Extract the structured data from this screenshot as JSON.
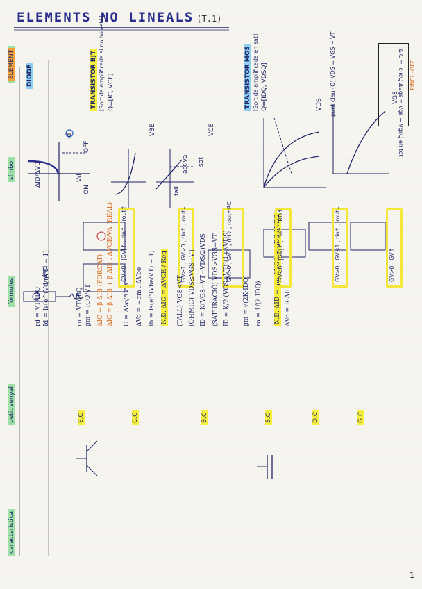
{
  "title": "ELEMENTS NO LINEALS",
  "section": "(T.1)",
  "columns": {
    "element": "ELEMENT",
    "simbol": "símbol",
    "formules": "fórmules",
    "petit_senyal": "petit senyal",
    "caracteristica": "característica"
  },
  "diode": {
    "name": "DIODE",
    "symbol_note": "ΔID/ΔVD",
    "rd": "rd = VT/IDQ",
    "id": "Id = Is(e^(Vd/ηVT) − 1)",
    "axis_v": "Vd",
    "axis_i": "Id",
    "off": "OFF",
    "on": "ON",
    "small_signal": "Δvd"
  },
  "bjt": {
    "name": "TRANSISTOR BJT",
    "note": "[Sortida amplificada si no ho està]",
    "q": "Q=[IC, VCE]",
    "rpi": "rπ = VT/IBQ",
    "gm": "gm = ICQ/VT",
    "dic1": "ΔIC = β ΔIB (FORÇAT)",
    "dic2": "ΔIC = β ΔIB + β ΔIB . ΔVCE/VA (REAL)",
    "g": "G = ΔVo/ΔVin",
    "av": "ΔVo = −gm . ΔVbe",
    "ib_eq": "Ib = Is(e^(Vbe/VT) − 1)",
    "nd": "N.D. ΔIC = ΔVCE / Req",
    "ec": "E.C",
    "cc": "C.C",
    "bc": "B.C",
    "ec_res": "GV<0 , |GV|↑ , rin↑ , rout↑",
    "cc_res": "GV≥1 , GV>0 , rin↑ , rout↓",
    "bc_res": "GV>0 , GV↑ , rin↓ , rout≈RC",
    "vce": "VCE",
    "vbe": "VBE",
    "sat": "sat",
    "activa": "activa",
    "tall": "tall"
  },
  "mos": {
    "name": "TRANSISTOR MOS",
    "note": "[Sortida amplificada en sat]",
    "q": "Q=[IDQ, VDSQ]",
    "tall": "(TALL) VGS<VT",
    "ohmic": "(ÒHMIC) VDS≤VGS−VT",
    "ohmic_eq": "ID = K(VGS−VT−VDS/2)VDS",
    "sat": "(SATURACIÓ) VDS>VGS−VT",
    "sat_eq": "ID = K/2 (VGS−VT)²(1+λVDS)",
    "gm": "gm = √(2K·IDQ)",
    "ro": "ro = 1/(λ·IDQ)",
    "nd": "N.D. ΔID = gm ΔVGS + gDS ΔVDS",
    "av": "ΔVo = R·ΔID",
    "sc": "S.C",
    "dc": "D.C",
    "gc": "G.C",
    "sc_res": "GV<0 , |GV|↑ , rin↑ , RD↑",
    "dc_res": "GV>0 , GV≤1 , rin↑ , rout↓",
    "gc_res": "GV>0 , GV↑",
    "vds": "VDS",
    "vgs": "VGS",
    "punt": "punt clau (Q) VDS = VGS − VT",
    "pinchoff": "PINCH-OFF"
  },
  "box_note": "ΔIC = ic·icQ  ΔVgs = Vgs − VgsQ  en tot",
  "page_marker": "1",
  "colors": {
    "ink": "#1e2566",
    "yellow": "#f6ef3f",
    "green": "#9fe0a8",
    "orange": "#f4a33c",
    "blue": "#8fd0f0",
    "red": "#c2262c"
  }
}
